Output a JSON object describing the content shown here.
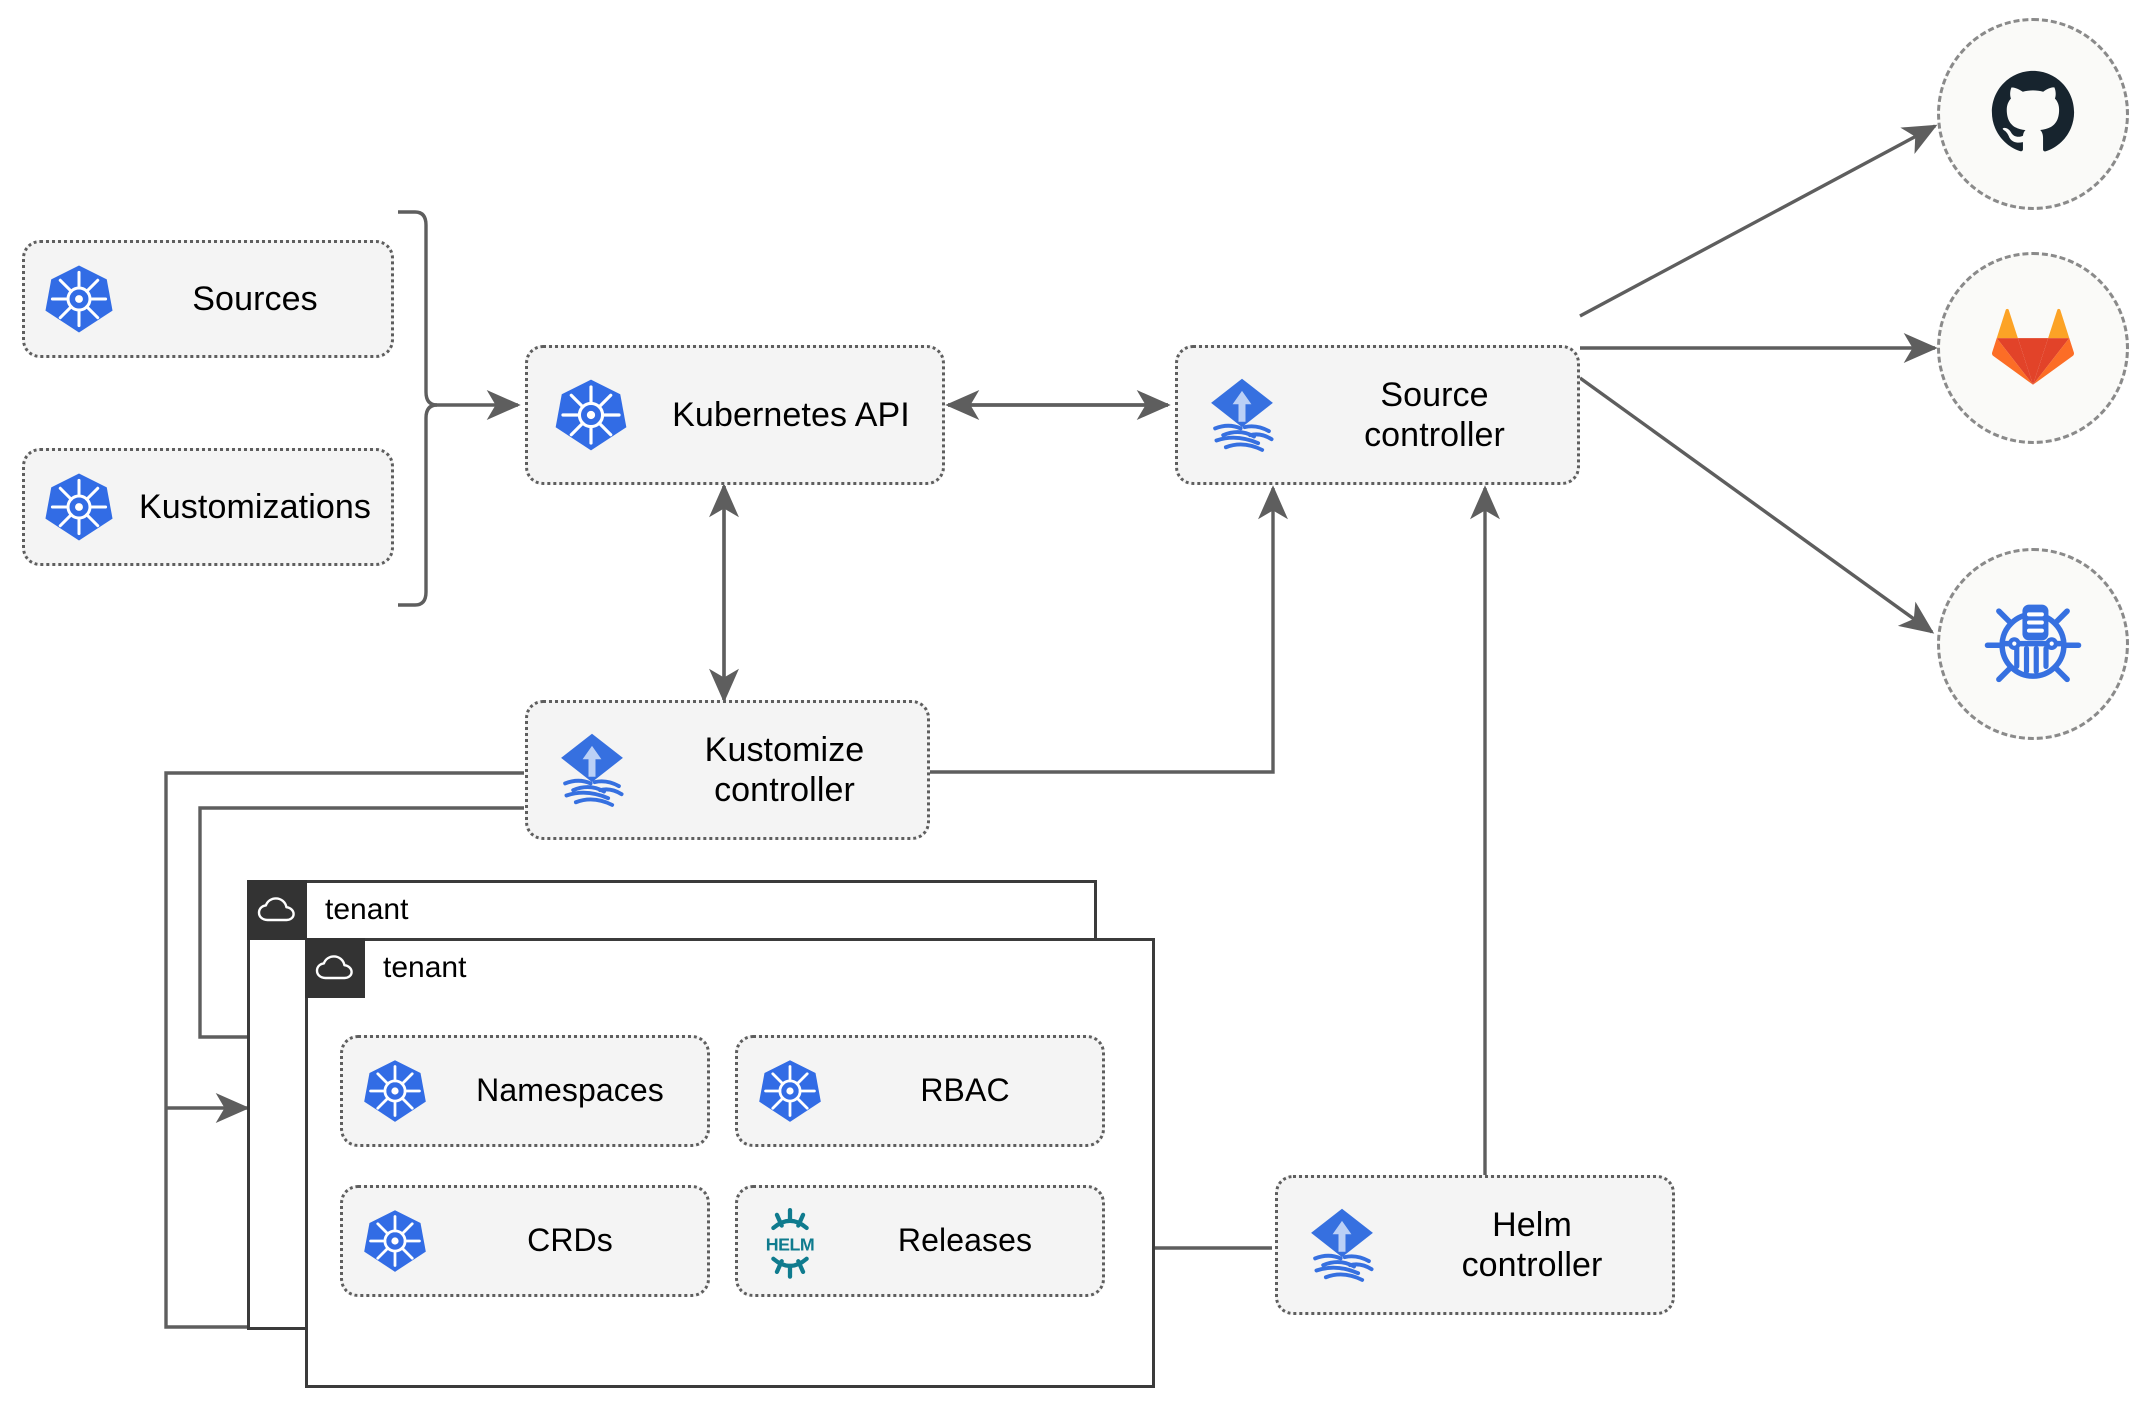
{
  "diagram": {
    "title": "Flux GitOps multi-tenancy architecture",
    "colors": {
      "node_fill": "#f4f4f4",
      "node_border": "#5e5e5e",
      "line": "#5e5e5e",
      "kubernetes_blue": "#326CE5",
      "flux_blue": "#3670E0",
      "helm_teal": "#0F7B8E",
      "github_dark": "#17242E",
      "gitlab_orange": "#E24329",
      "gitlab_amber": "#FCA326",
      "tenant_header": "#333333",
      "tenant_border": "#3b3b3b"
    },
    "nodes": [
      {
        "id": "sources",
        "label": "Sources",
        "icon": "kubernetes-icon"
      },
      {
        "id": "kustomizations",
        "label": "Kustomizations",
        "icon": "kubernetes-icon"
      },
      {
        "id": "k8s-api",
        "label": "Kubernetes API",
        "icon": "kubernetes-icon"
      },
      {
        "id": "source-ctrl",
        "label": "Source\ncontroller",
        "icon": "flux-icon"
      },
      {
        "id": "kustomize-ctrl",
        "label": "Kustomize\ncontroller",
        "icon": "flux-icon"
      },
      {
        "id": "helm-ctrl",
        "label": "Helm\ncontroller",
        "icon": "flux-icon"
      },
      {
        "id": "namespaces",
        "label": "Namespaces",
        "icon": "kubernetes-icon"
      },
      {
        "id": "rbac",
        "label": "RBAC",
        "icon": "kubernetes-icon"
      },
      {
        "id": "crds",
        "label": "CRDs",
        "icon": "kubernetes-icon"
      },
      {
        "id": "releases",
        "label": "Releases",
        "icon": "helm-icon"
      }
    ],
    "labels": {
      "sources": "Sources",
      "kustomizations": "Kustomizations",
      "k8s_api": "Kubernetes API",
      "source_controller_line1": "Source",
      "source_controller_line2": "controller",
      "kustomize_controller_line1": "Kustomize",
      "kustomize_controller_line2": "controller",
      "helm_controller_line1": "Helm",
      "helm_controller_line2": "controller",
      "namespaces": "Namespaces",
      "rbac": "RBAC",
      "crds": "CRDs",
      "releases": "Releases",
      "tenant_outer": "tenant",
      "tenant_inner": "tenant"
    },
    "external_targets": [
      {
        "id": "github",
        "icon": "github-icon"
      },
      {
        "id": "gitlab",
        "icon": "gitlab-icon"
      },
      {
        "id": "helm-registry",
        "icon": "helm-repository-icon"
      }
    ]
  }
}
